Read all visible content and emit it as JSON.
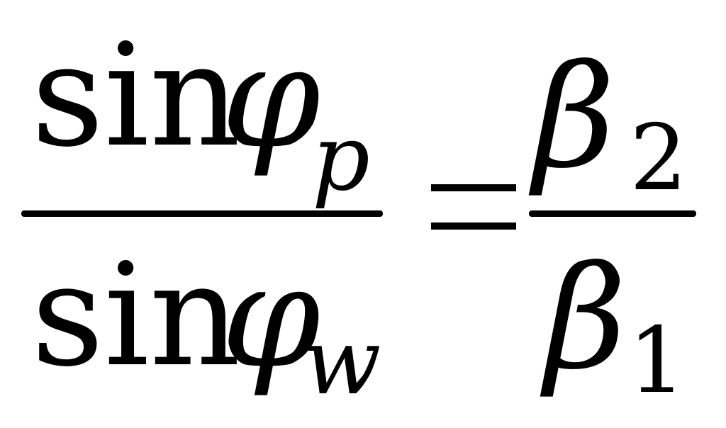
{
  "formula": {
    "numerator_left": {
      "func": "sin",
      "symbol": "φ",
      "subscript": "p"
    },
    "denominator_left": {
      "func": "sin",
      "symbol": "φ",
      "subscript": "w"
    },
    "numerator_right": {
      "symbol": "β",
      "subscript": "2"
    },
    "denominator_right": {
      "symbol": "β",
      "subscript": "1"
    }
  }
}
